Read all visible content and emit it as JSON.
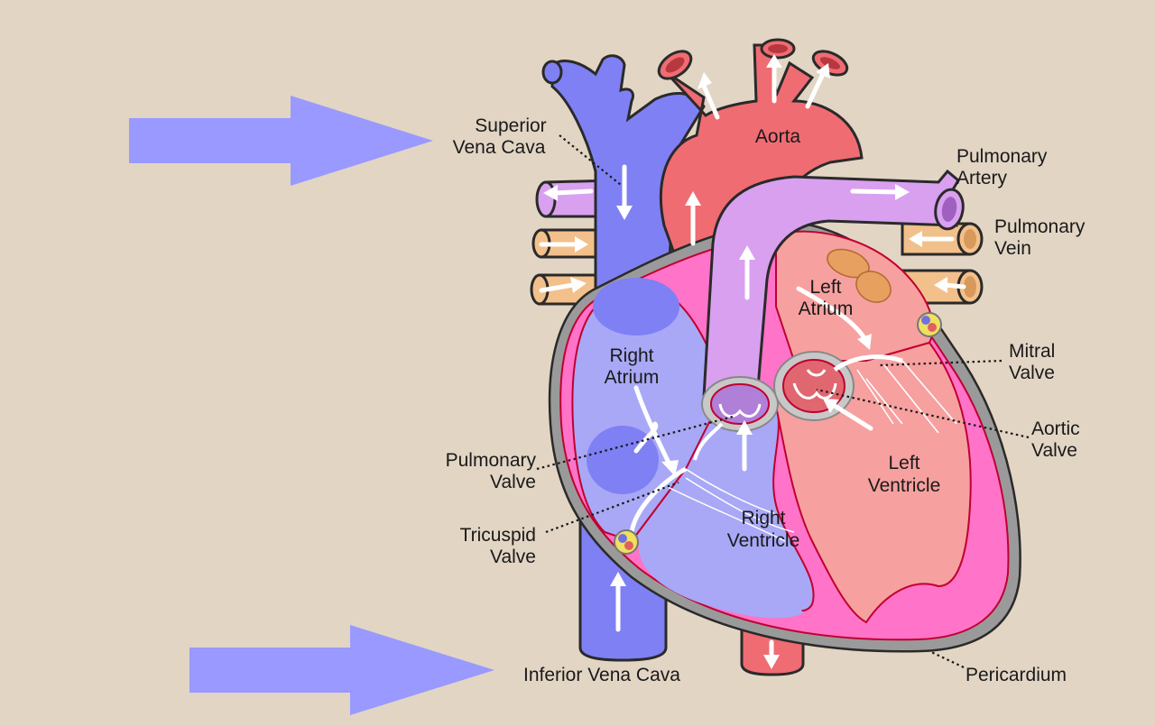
{
  "colors": {
    "background": "#e2d5c4",
    "pointer_arrow": "#9999ff",
    "vena_cava": "#8080f5",
    "aorta": "#ef6c72",
    "pulmonary_artery": "#d9a0f0",
    "pulmonary_vein": "#f2c08a",
    "right_side_chamber": "#a8a8f6",
    "left_side_chamber": "#f6a0a0",
    "myocardium": "#ff73c8",
    "pericardium": "#9a9a9a"
  },
  "labels": {
    "superior_vena_cava": [
      "Superior",
      "Vena Cava"
    ],
    "aorta": "Aorta",
    "pulmonary_artery": [
      "Pulmonary",
      "Artery"
    ],
    "pulmonary_vein": [
      "Pulmonary",
      "Vein"
    ],
    "left_atrium": [
      "Left",
      "Atrium"
    ],
    "right_atrium": [
      "Right",
      "Atrium"
    ],
    "mitral_valve": [
      "Mitral",
      "Valve"
    ],
    "aortic_valve": [
      "Aortic",
      "Valve"
    ],
    "pulmonary_valve": [
      "Pulmonary",
      "Valve"
    ],
    "left_ventricle": [
      "Left",
      "Ventricle"
    ],
    "right_ventricle": [
      "Right",
      "Ventricle"
    ],
    "tricuspid_valve": [
      "Tricuspid",
      "Valve"
    ],
    "inferior_vena_cava": "Inferior Vena Cava",
    "pericardium": "Pericardium"
  },
  "pointer_arrows": [
    {
      "target": "superior_vena_cava"
    },
    {
      "target": "inferior_vena_cava"
    }
  ]
}
